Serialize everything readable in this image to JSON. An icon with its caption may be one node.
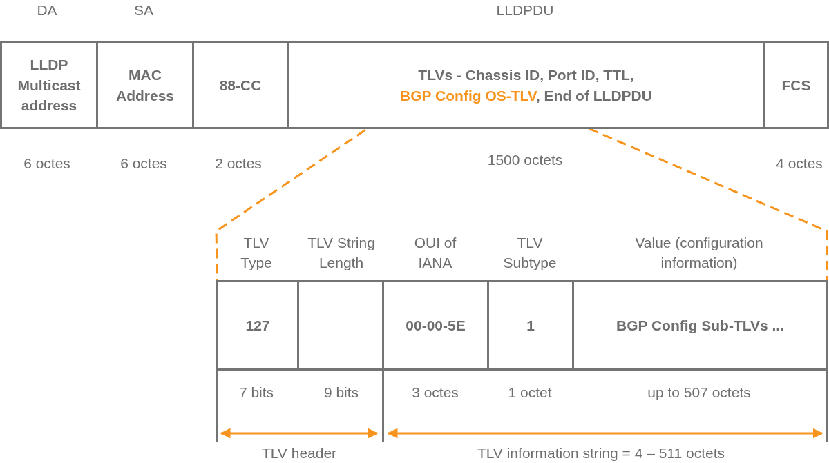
{
  "diagram": {
    "nodes": [
      {
        "text": [
          "LLDP Multicast address"
        ]
      },
      {
        "text": [
          "MAC Address"
        ]
      },
      {
        "text": [
          "88-CC"
        ]
      },
      {
        "text": [
          "TLVs - Chassis ID, Port ID, TTL,",
          ", End of LLDPDU"
        ]
      },
      {
        "text": [
          "BGP Config OS-TLV"
        ],
        "in": 3
      },
      {
        "text": [
          "FCS"
        ]
      },
      {
        "text": [],
        "shape": "box"
      },
      {
        "text": [
          "127"
        ],
        "in": 6
      },
      {
        "text": [
          "00-00-5E"
        ],
        "in": 6
      },
      {
        "text": [
          "1"
        ],
        "in": 6
      },
      {
        "text": [
          "BGP Config Sub-TLVs ..."
        ],
        "in": 6
      }
    ],
    "edges": [
      {
        "from": 4,
        "to": 6,
        "arrow": "none",
        "style": "dashed",
        "color": "#f7941d"
      },
      {
        "from": 4,
        "to": 6,
        "arrow": "none",
        "style": "dashed",
        "color": "#f7941d"
      }
    ],
    "labels": [
      "DA",
      "SA",
      "LLDPDU",
      "6 octes",
      "6 octes",
      "2 octes",
      "1500 octets",
      "4 octes",
      "TLV Type",
      "TLV String Length",
      "OUI of IANA",
      "TLV Subtype",
      "Value (configuration information)",
      "7 bits",
      "9 bits",
      "3 octes",
      "1 octet",
      "up to 507 octets",
      "TLV header",
      "TLV information string = 4 – 511 octets"
    ]
  }
}
